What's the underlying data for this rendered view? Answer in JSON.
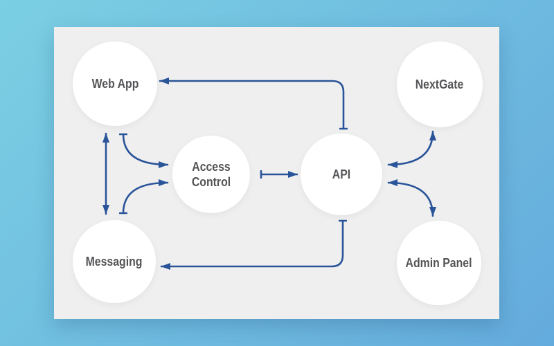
{
  "colors": {
    "bg_top": "#7bcfe3",
    "bg_bottom": "#64abdd",
    "canvas_bg": "#efefef",
    "node_bg": "#ffffff",
    "edge": "#2a5499",
    "label": "#545457"
  },
  "diagram": {
    "nodes": [
      {
        "id": "web-app",
        "label": "Web App"
      },
      {
        "id": "nextgate",
        "label": "NextGate"
      },
      {
        "id": "access-control",
        "label": "Access Control"
      },
      {
        "id": "api",
        "label": "API"
      },
      {
        "id": "messaging",
        "label": "Messaging"
      },
      {
        "id": "admin-panel",
        "label": "Admin Panel"
      }
    ],
    "edges": [
      {
        "from": "API",
        "to": "Web App",
        "arrows": "to"
      },
      {
        "from": "API",
        "to": "Messaging",
        "arrows": "to"
      },
      {
        "from": "Web App",
        "to": "Messaging",
        "arrows": "both"
      },
      {
        "from": "Web App",
        "to": "Access Control",
        "arrows": "to"
      },
      {
        "from": "Messaging",
        "to": "Access Control",
        "arrows": "to"
      },
      {
        "from": "Access Control",
        "to": "API",
        "arrows": "to"
      },
      {
        "from": "API",
        "to": "NextGate",
        "arrows": "both"
      },
      {
        "from": "API",
        "to": "Admin Panel",
        "arrows": "both"
      }
    ]
  }
}
